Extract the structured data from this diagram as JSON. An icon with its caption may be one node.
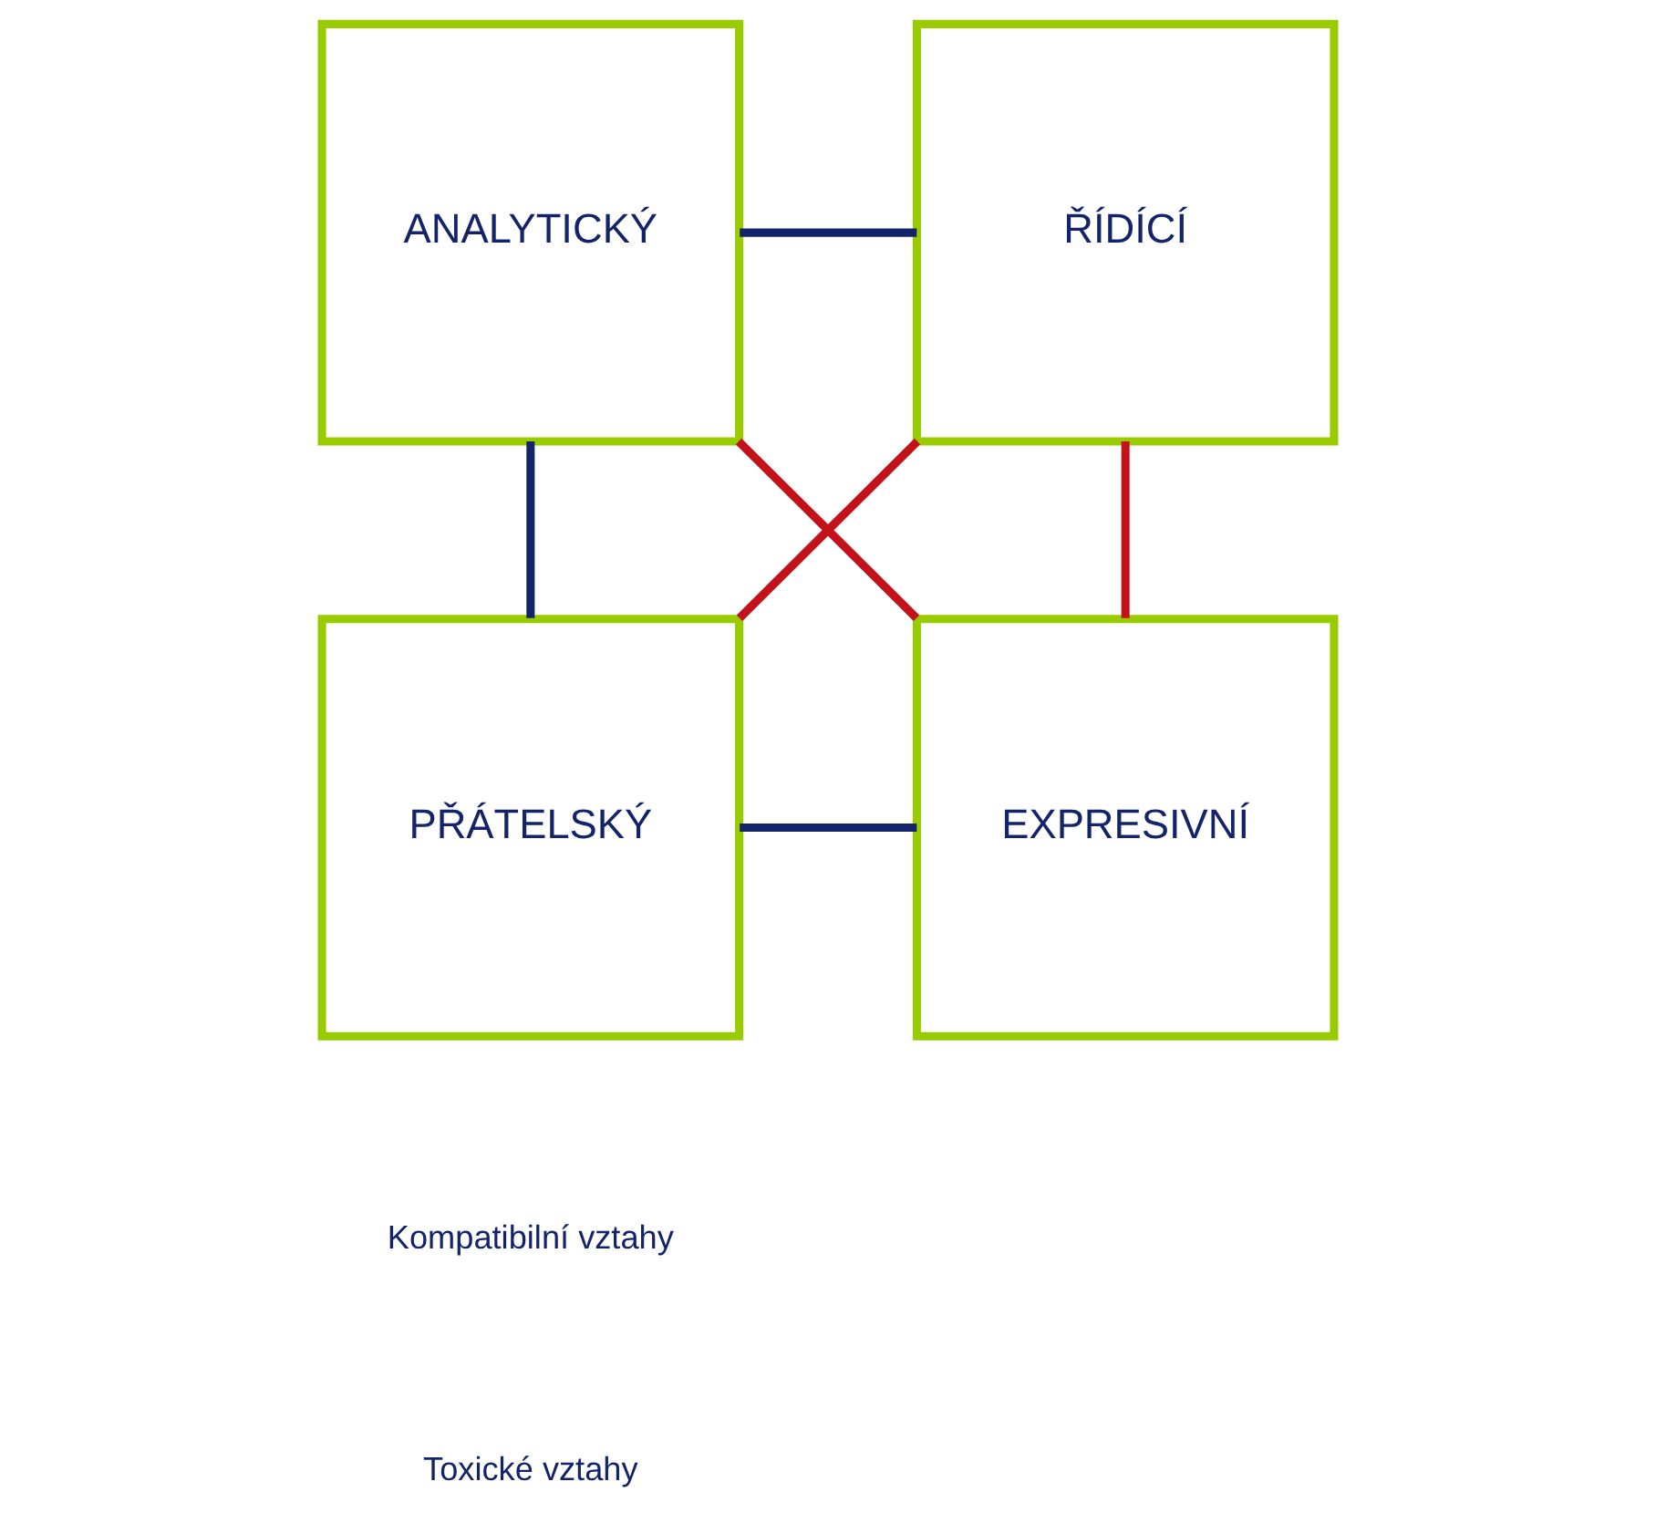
{
  "diagram": {
    "nodes": [
      {
        "text": [
          "ANALYTICKÝ"
        ]
      },
      {
        "text": [
          "ŘÍDÍCÍ"
        ]
      },
      {
        "text": [
          "PŘÁTELSKÝ"
        ]
      },
      {
        "text": [
          "EXPRESIVNÍ"
        ]
      }
    ],
    "edges": [
      {
        "from": 0,
        "to": 1,
        "arrow": "none",
        "color": "#14246b"
      },
      {
        "from": 0,
        "to": 2,
        "arrow": "none",
        "color": "#14246b"
      },
      {
        "from": 0,
        "to": 3,
        "arrow": "none",
        "color": "#c4121a"
      },
      {
        "from": 1,
        "to": 2,
        "arrow": "none",
        "color": "#c4121a"
      },
      {
        "from": 1,
        "to": 3,
        "arrow": "none",
        "color": "#c4121a"
      },
      {
        "from": 2,
        "to": 3,
        "arrow": "none",
        "color": "#14246b"
      }
    ],
    "legend": [
      {
        "text": "Kompatibilní vztahy"
      },
      {
        "text": "Toxické vztahy"
      }
    ]
  }
}
